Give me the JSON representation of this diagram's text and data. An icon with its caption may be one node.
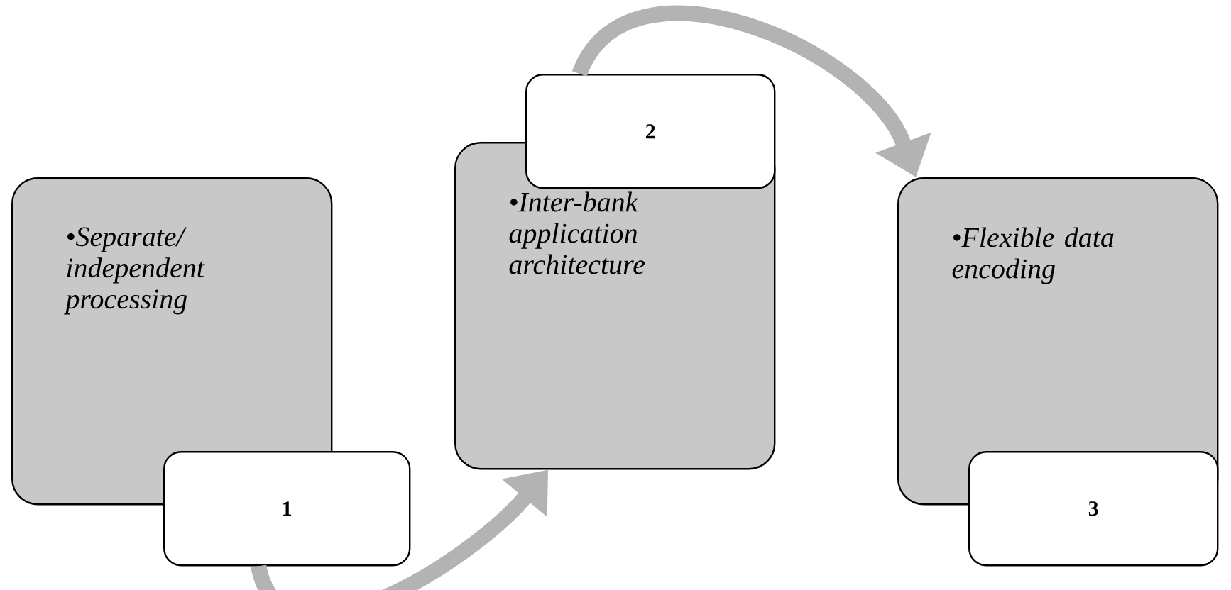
{
  "diagram": {
    "nodes": [
      {
        "text": [
          "•Separate/ independent processing"
        ]
      },
      {
        "text": [
          "1"
        ]
      },
      {
        "text": [
          "•Inter-bank application architecture"
        ]
      },
      {
        "text": [
          "2"
        ]
      },
      {
        "text": [
          "•Flexible data encoding"
        ]
      },
      {
        "text": [
          "3"
        ]
      }
    ],
    "edges": [
      {
        "from": 1,
        "to": 2,
        "arrow": "to"
      },
      {
        "from": 3,
        "to": 4,
        "arrow": "to"
      }
    ]
  }
}
